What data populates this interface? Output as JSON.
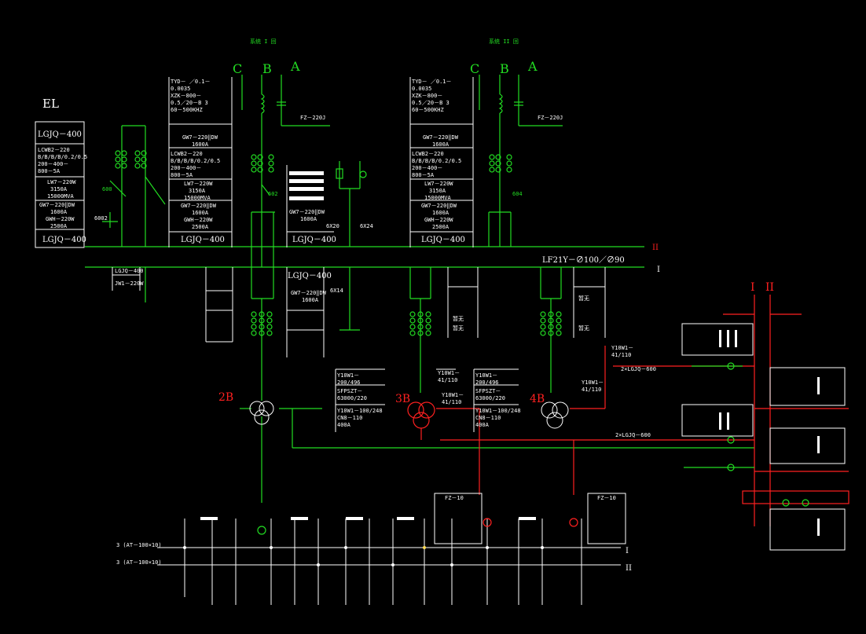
{
  "colors": {
    "green": "#22dd22",
    "white": "#ffffff",
    "red": "#ff2020",
    "background": "#000000"
  },
  "labels": {
    "el": "EL",
    "top_left_title": "系统 I 回",
    "top_right_title": "系统 II 回",
    "phase_c": "C",
    "phase_b": "B",
    "phase_a": "A",
    "bus_ii": "II",
    "bus_i": "I",
    "bus_conductor": "LF21Y－∅100／∅90",
    "lgjq_400": "LGJQ－400",
    "t2b": "2B",
    "t3b": "3B",
    "t4b": "4B",
    "bus_low_i": "I",
    "bus_low_ii": "II",
    "feeder1": "3 (AT－100×10)",
    "feeder2": "3 (AT－100×10)",
    "cable1": "2×LGJQ－600",
    "cable2": "2×LGJQ－600",
    "red_i": "I",
    "red_ii": "II",
    "n602": "602",
    "n604": "604",
    "n600": "600",
    "gw_1600": "GW7－220‖DW",
    "gw_1600b": "1600A",
    "lw_220": "LW7－220W",
    "lw_3150": "3150A",
    "lw_15000": "15000MVA",
    "gwh_2500": "GWH－220W",
    "gwh_2500b": "2500A",
    "fz_220": "FZ－220J",
    "tyd_l1": "TYD－  ／0.1－",
    "tyd_l2": "0.0035",
    "tyd_l3": "XZK－800－",
    "tyd_l4": "0.5／20－B  3",
    "tyd_l5": "60－500KHZ",
    "lcwb_l1": "LCWB2－220",
    "lcwb_l2": "B/B/B/B/0.2/0.5",
    "lcwb_l3": "200－400－",
    "lcwb_l4": "800－5A",
    "jw": "JW1－220W",
    "ylsw": "Y10W1－",
    "ylsw2": "200/496",
    "sfpszt": "SFPSZT－",
    "sfpszt2": "63000/220",
    "y10w_100": "Y10W1－100/248",
    "cn8": "CN8－110",
    "a400": "400A",
    "y10w_41": "Y10W1－",
    "y10w_41b": "41/110",
    "zan_wu": "暂无",
    "fz_10": "FZ－10",
    "bus_6x14": "6X14",
    "bus_6x20": "6X20",
    "bus_6x24": "6X24",
    "n6002": "6002"
  }
}
